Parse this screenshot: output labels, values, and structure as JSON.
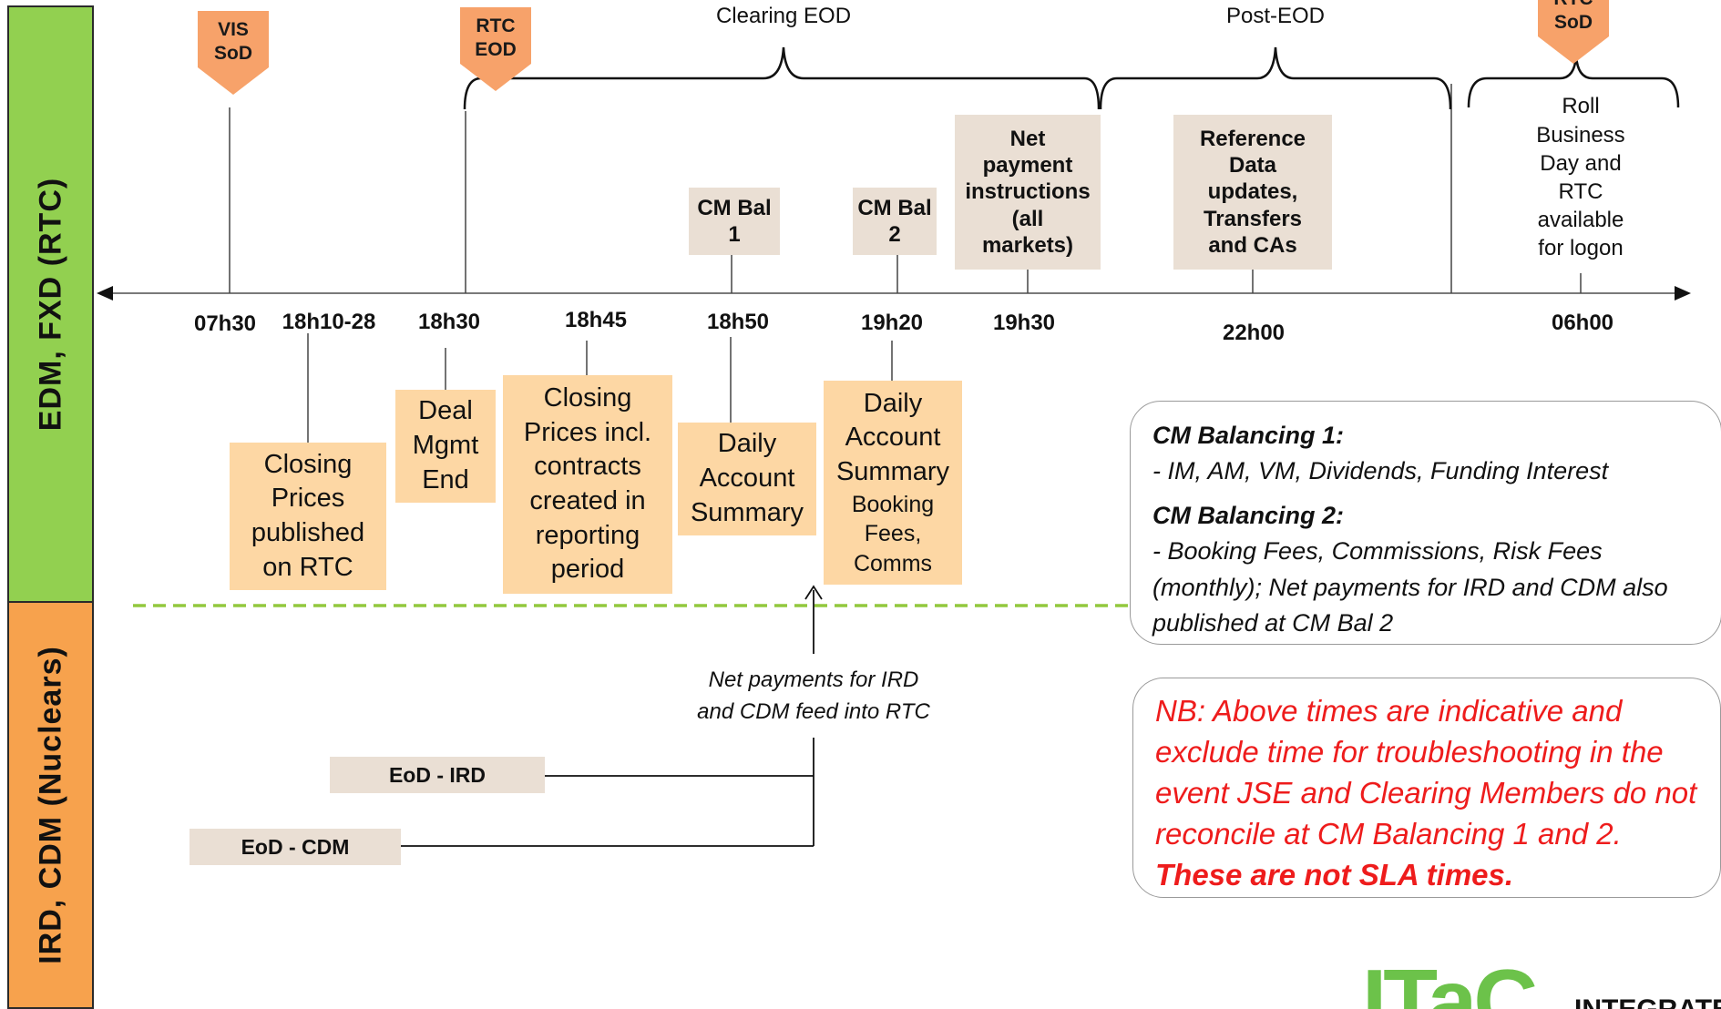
{
  "bands": {
    "top_label": "EDM, FXD  (RTC)",
    "bottom_label": "IRD, CDM (Nuclears)"
  },
  "markers": {
    "vis_sod": [
      "VIS",
      "SoD"
    ],
    "rtc_eod": [
      "RTC",
      "EOD"
    ],
    "rtc_sod": [
      "RTC",
      "SoD"
    ]
  },
  "phases": {
    "clearing": "Clearing EOD",
    "post": "Post-EOD"
  },
  "above_boxes": {
    "cm_bal_1": [
      "CM Bal",
      "1"
    ],
    "cm_bal_2": [
      "CM Bal",
      "2"
    ],
    "net_payment": [
      "Net",
      "payment",
      "instructions",
      "(all",
      "markets)"
    ],
    "ref_data": [
      "Reference",
      "Data",
      "updates,",
      "Transfers",
      "and CAs"
    ],
    "roll": [
      "Roll",
      "Business",
      "Day and",
      "RTC",
      "available",
      "for logon"
    ]
  },
  "times": {
    "t0730": "07h30",
    "t1810": "18h10-28",
    "t1830": "18h30",
    "t1845": "18h45",
    "t1850": "18h50",
    "t1920": "19h20",
    "t1930": "19h30",
    "t2200": "22h00",
    "t0600": "06h00"
  },
  "below_boxes": {
    "closing_prices": [
      "Closing",
      "Prices",
      "published",
      "on RTC"
    ],
    "deal_mgmt": [
      "Deal",
      "Mgmt",
      "End"
    ],
    "closing_incl": [
      "Closing",
      "Prices incl.",
      "contracts",
      "created in",
      "reporting",
      "period"
    ],
    "daily_summary": [
      "Daily",
      "Account",
      "Summary"
    ],
    "daily_summary_2_main": [
      "Daily",
      "Account",
      "Summary"
    ],
    "daily_summary_2_small": [
      "Booking",
      "Fees,",
      "Comms"
    ]
  },
  "nuclear": {
    "feed_note": [
      "Net payments for IRD",
      "and CDM feed into RTC"
    ],
    "eod_ird": "EoD - IRD",
    "eod_cdm": "EoD - CDM"
  },
  "note_balancing": {
    "h1": "CM Balancing 1:",
    "l1": " - IM, AM, VM, Dividends, Funding Interest",
    "h2": "CM Balancing 2:",
    "l2": "- Booking Fees, Commissions, Risk Fees (monthly); Net payments for IRD and CDM also published at CM Bal 2"
  },
  "note_nb": {
    "text": "NB: Above times are indicative and exclude time for troubleshooting in the event JSE and Clearing Members do not reconcile at CM Balancing 1 and 2.",
    "strong": "These are not SLA times."
  },
  "logo": {
    "mark": "ITaC",
    "word": "INTEGRATE"
  },
  "colors": {
    "green_band": "#92d050",
    "orange_band": "#f7a24d",
    "marker": "#f7a26a",
    "gray_box": "#eadfd4",
    "peach_box": "#fdd7a4",
    "divider": "#92c83e",
    "nb_text": "#ee1c1c",
    "logo_green": "#6cc24a"
  }
}
